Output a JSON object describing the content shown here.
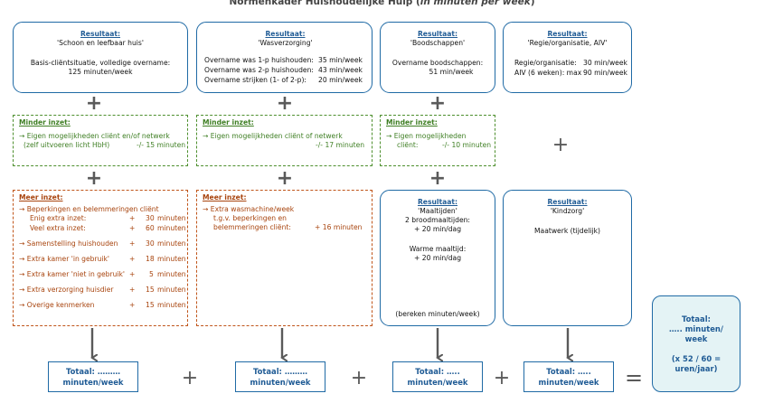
{
  "title": {
    "main": "Normenkader Huishoudelijke Hulp",
    "paren_open": "(",
    "italic": "in minuten per week",
    "paren_close": ")"
  },
  "results_top": [
    {
      "heading": "Resultaat:",
      "name": "'Schoon en leefbaar huis'",
      "lines": [
        "Basis-cliëntsituatie, volledige overname:",
        "125 minuten/week"
      ]
    },
    {
      "heading": "Resultaat:",
      "name": "'Wasverzorging'",
      "rows": [
        {
          "label": "Overname was 1-p huishouden:",
          "value": "35 min/week"
        },
        {
          "label": "Overname was 2-p huishouden:",
          "value": "43 min/week"
        },
        {
          "label": "Overname strijken (1- of 2-p):",
          "value": "20 min/week"
        }
      ]
    },
    {
      "heading": "Resultaat:",
      "name": "'Boodschappen'",
      "lines": [
        "Overname boodschappen:",
        "51 min/week"
      ]
    },
    {
      "heading": "Resultaat:",
      "name": "'Regie/organisatie, AIV'",
      "rows": [
        {
          "label": "Regie/organisatie:",
          "value": "30 min/week"
        },
        {
          "label": "AIV (6 weken): max",
          "value": "90 min/week"
        }
      ]
    }
  ],
  "minder": [
    {
      "heading": "Minder inzet:",
      "line1": "→ Eigen mogelijkheden cliënt en/of netwerk",
      "line2": "(zelf uitvoeren licht HbH)",
      "value": "-/- 15 minuten"
    },
    {
      "heading": "Minder inzet:",
      "line1": "→ Eigen mogelijkheden cliënt of netwerk",
      "value": "-/- 17 minuten"
    },
    {
      "heading": "Minder inzet:",
      "line1": "→ Eigen mogelijkheden",
      "line2": "cliënt:",
      "value": "-/- 10 minuten"
    }
  ],
  "meer_left": {
    "heading": "Meer inzet:",
    "intro": "→ Beperkingen en belemmeringen cliënt",
    "items": [
      {
        "label": "Enig extra inzet:",
        "plus": "+",
        "num": "30",
        "unit": "minuten",
        "indent": true
      },
      {
        "label": "Veel extra inzet:",
        "plus": "+",
        "num": "60",
        "unit": "minuten",
        "indent": true
      },
      {
        "label": "→ Samenstelling huishouden",
        "plus": "+",
        "num": "30",
        "unit": "minuten",
        "indent": false
      },
      {
        "label": "→ Extra kamer 'in gebruik'",
        "plus": "+",
        "num": "18",
        "unit": "minuten",
        "indent": false
      },
      {
        "label": "→ Extra kamer 'niet in gebruik'",
        "plus": "+",
        "num": "5",
        "unit": "minuten",
        "indent": false
      },
      {
        "label": "→ Extra verzorging huisdier",
        "plus": "+",
        "num": "15",
        "unit": "minuten",
        "indent": false
      },
      {
        "label": "→ Overige kenmerken",
        "plus": "+",
        "num": "15",
        "unit": "minuten",
        "indent": false
      }
    ]
  },
  "meer_mid": {
    "heading": "Meer inzet:",
    "line1": "→ Extra wasmachine/week",
    "line2": "t.g.v. beperkingen en",
    "line3": "belemmeringen cliënt:",
    "value": "+ 16 minuten"
  },
  "results_bottom": [
    {
      "heading": "Resultaat:",
      "name": "'Maaltijden'",
      "lines": [
        "2 broodmaaltijden:",
        "+ 20 min/dag",
        "",
        "Warme maaltijd:",
        "+ 20 min/dag"
      ],
      "footer": "(bereken minuten/week)"
    },
    {
      "heading": "Resultaat:",
      "name": "'Kindzorg'",
      "lines": [
        "Maatwerk (tijdelijk)"
      ]
    }
  ],
  "operators": {
    "plus": "+",
    "equals": "="
  },
  "totals": [
    {
      "line1": "Totaal:  ………",
      "line2": "minuten/week"
    },
    {
      "line1": "Totaal:  ………",
      "line2": "minuten/week"
    },
    {
      "line1": "Totaal:  …..",
      "line2": "minuten/week"
    },
    {
      "line1": "Totaal:  …..",
      "line2": "minuten/week"
    }
  ],
  "final_total": {
    "line1": "Totaal:",
    "line2": "….. minuten/",
    "line3": "week",
    "line4": "(x 52 / 60 =",
    "line5": "uren/jaar)"
  },
  "colors": {
    "blue": "#1f6aa5",
    "green": "#4e8f2e",
    "orange": "#c0551a",
    "final_bg": "#e4f3f5"
  }
}
